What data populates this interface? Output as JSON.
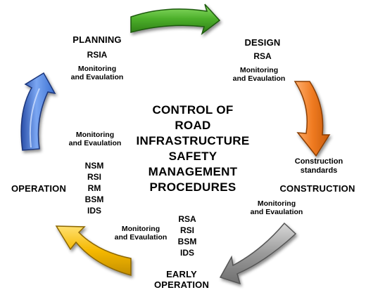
{
  "title": [
    "CONTROL OF",
    "ROAD",
    "INFRASTRUCTURE",
    "SAFETY",
    "MANAGEMENT",
    "PROCEDURES"
  ],
  "phases": {
    "planning": {
      "name": "PLANNING",
      "tool": "RSIA",
      "monitoring": [
        "Monitoring",
        "and Evaulation"
      ]
    },
    "design": {
      "name": "DESIGN",
      "tool": "RSA",
      "monitoring": [
        "Monitoring",
        "and Evaulation"
      ]
    },
    "construction": {
      "name": "CONSTRUCTION",
      "standards": [
        "Construction",
        "standards"
      ],
      "monitoring": [
        "Monitoring",
        "and Evaulation"
      ]
    },
    "early_operation": {
      "name": [
        "EARLY",
        "OPERATION"
      ],
      "tools": [
        "RSA",
        "RSI",
        "BSM",
        "IDS"
      ],
      "monitoring": [
        "Monitoring",
        "and Evaulation"
      ]
    },
    "operation": {
      "name": "OPERATION",
      "tools": [
        "NSM",
        "RSI",
        "RM",
        "BSM",
        "IDS"
      ],
      "monitoring": [
        "Monitoring",
        "and Evaulation"
      ]
    }
  },
  "arrow_colors": {
    "green": "#4caf2a",
    "orange": "#f07c22",
    "gray": "#9a9a9a",
    "yellow": "#f5b800",
    "blue": "#3a6fd0"
  }
}
